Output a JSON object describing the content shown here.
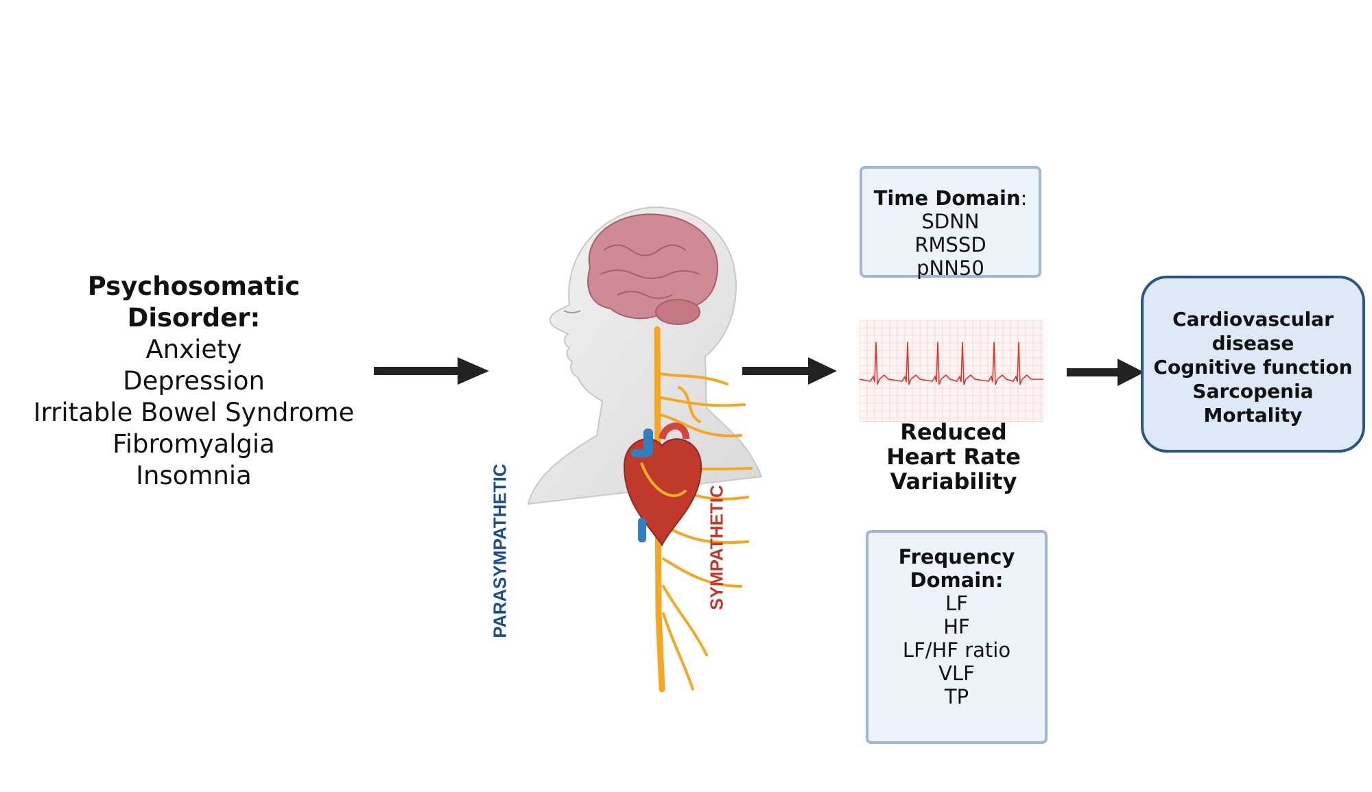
{
  "disorders": {
    "title": "Psychosomatic Disorder:",
    "items": [
      "Anxiety",
      "Depression",
      "Irritable Bowel Syndrome",
      "Fibromyalgia",
      "Insomnia"
    ]
  },
  "anatomy": {
    "parasympathetic_label": "PARASYMPATHETIC",
    "sympathetic_label": "SYMPATHETIC"
  },
  "time_domain": {
    "title": "Time Domain",
    "suffix": ":",
    "items": [
      "SDNN",
      "RMSSD",
      "pNN50"
    ]
  },
  "hrv": {
    "line1": "Reduced",
    "line2": "Heart Rate",
    "line3": "Variability"
  },
  "frequency_domain": {
    "title_line1": "Frequency",
    "title_line2": "Domain:",
    "items": [
      "LF",
      "HF",
      "LF/HF ratio",
      "VLF",
      "TP"
    ]
  },
  "outcomes": {
    "items": [
      "Cardiovascular",
      "disease",
      "Cognitive function",
      "Sarcopenia",
      "Mortality"
    ]
  },
  "colors": {
    "arrow": "#222222",
    "nerve": "#f5a623",
    "parasympathetic": "#1a4f8a",
    "sympathetic": "#c0392b",
    "box_fill": "#edf3fb",
    "box_border": "#9fb6d9",
    "outcome_border": "#2c5584",
    "ecg_trace": "#e0322c"
  },
  "icons": [
    "human-head-icon",
    "brain-icon",
    "heart-icon",
    "ecg-strip-icon"
  ]
}
